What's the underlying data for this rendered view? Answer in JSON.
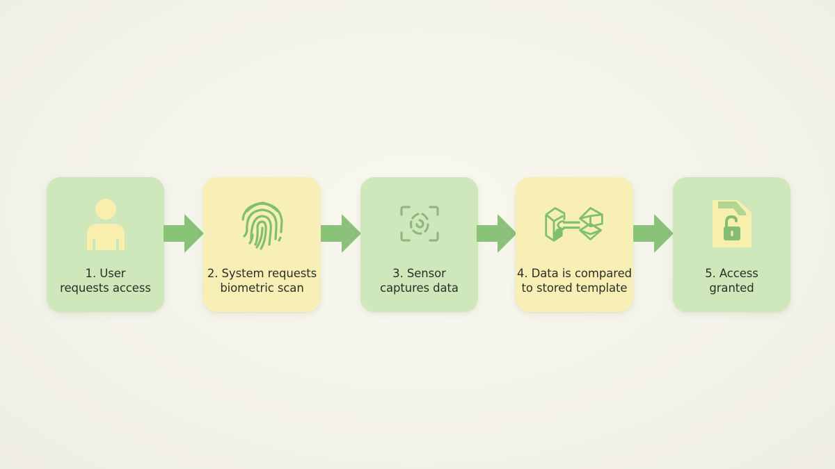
{
  "diagram": {
    "type": "process-flow",
    "direction": "left-to-right",
    "colors": {
      "background": "#f4f3ea",
      "green_box": "#cfe8bb",
      "yellow_box": "#f7efb6",
      "icon_green": "#7fbf6e",
      "icon_yellow": "#f8eeae",
      "arrow": "#8ac27a",
      "text": "#2a2f25"
    },
    "steps": [
      {
        "number": 1,
        "line1": "1. User",
        "line2": "requests access",
        "icon": "user-icon",
        "box_color": "green"
      },
      {
        "number": 2,
        "line1": "2. System requests",
        "line2": "biometric scan",
        "icon": "fingerprint-icon",
        "box_color": "yellow"
      },
      {
        "number": 3,
        "line1": "3. Sensor",
        "line2": "captures data",
        "icon": "scan-viewfinder-icon",
        "box_color": "green"
      },
      {
        "number": 4,
        "line1": "4. Data is compared",
        "line2": "to stored template",
        "icon": "compare-cubes-icon",
        "box_color": "yellow"
      },
      {
        "number": 5,
        "line1": "5. Access",
        "line2": "granted",
        "icon": "unlocked-file-icon",
        "box_color": "green"
      }
    ],
    "arrows": [
      {
        "from": 1,
        "to": 2
      },
      {
        "from": 2,
        "to": 3
      },
      {
        "from": 3,
        "to": 4
      },
      {
        "from": 4,
        "to": 5
      }
    ]
  }
}
